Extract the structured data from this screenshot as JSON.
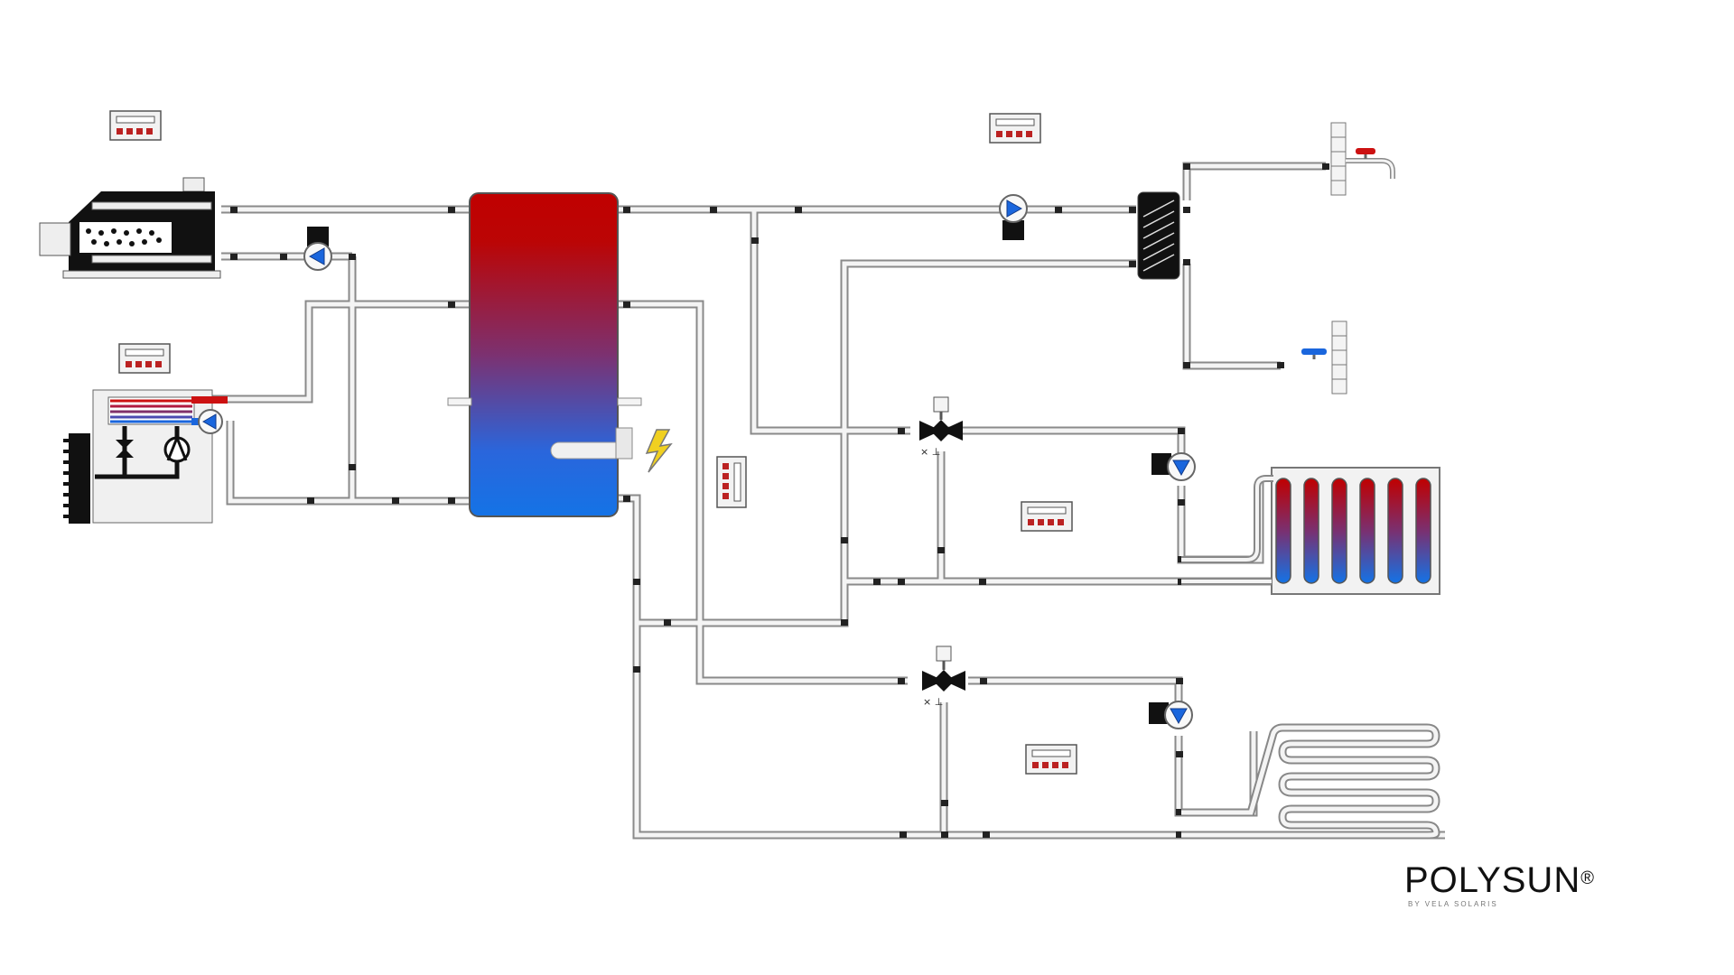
{
  "brand": {
    "name": "POLYSUN",
    "registered": "®",
    "subtitle": "BY VELA SOLARIS"
  },
  "components": [
    {
      "name": "boiler",
      "icon": "boiler-icon"
    },
    {
      "name": "heat-pump",
      "icon": "heat-pump-icon"
    },
    {
      "name": "storage-tank",
      "icon": "storage-tank-icon"
    },
    {
      "name": "electric-heater",
      "icon": "lightning-icon"
    },
    {
      "name": "fresh-water-heat-exchanger",
      "icon": "heat-exchanger-icon"
    },
    {
      "name": "hot-water-tap",
      "icon": "hot-tap-icon"
    },
    {
      "name": "cold-water-inlet",
      "icon": "cold-tap-icon"
    },
    {
      "name": "radiator",
      "icon": "radiator-icon"
    },
    {
      "name": "floor-heating",
      "icon": "floor-heating-icon"
    },
    {
      "name": "pumps",
      "icon": "pump-icon"
    },
    {
      "name": "mixing-valves",
      "icon": "three-way-valve-icon"
    },
    {
      "name": "controllers",
      "icon": "controller-icon"
    }
  ],
  "colors": {
    "tank_top": "#c00000",
    "tank_mid": "#8a2a6a",
    "tank_bottom": "#1473e6",
    "hot": "#cc1111",
    "cold": "#1a66dd",
    "pipe_outline": "#8a8a8a",
    "pipe_fill": "#f4f4f4",
    "connector": "#222222",
    "lightning": "#f0d020"
  }
}
